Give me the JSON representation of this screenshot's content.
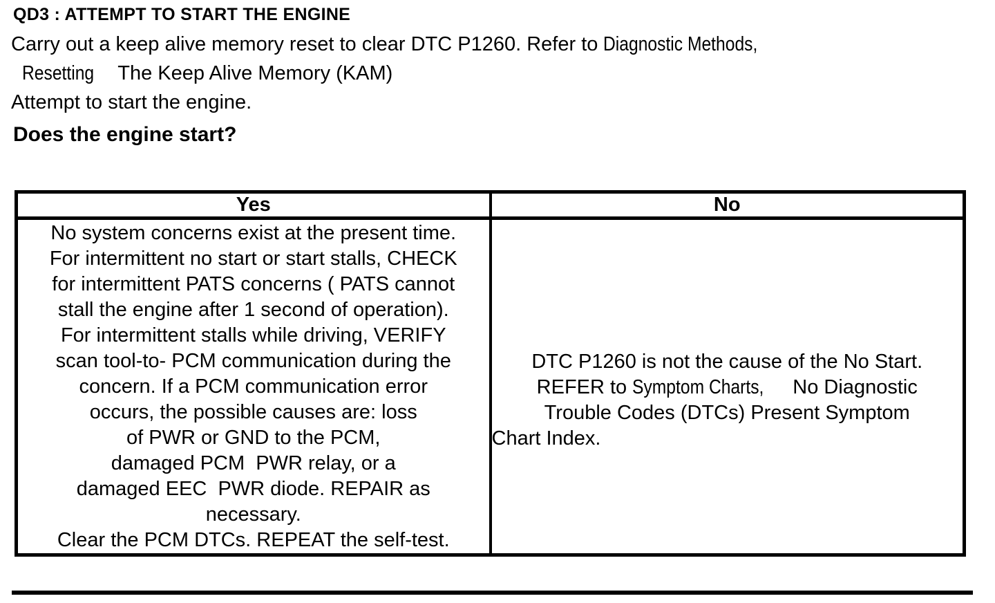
{
  "colors": {
    "text": "#000000",
    "background": "#ffffff",
    "table_border": "#000000"
  },
  "page": {
    "heading": "QD3 : ATTEMPT TO START THE ENGINE",
    "intro_lines": [
      [
        {
          "t": "Carry out a keep alive memory reset to clear DTC P1260. Refer to "
        },
        {
          "t": "Diagnostic Methods,",
          "s": "ref"
        }
      ],
      [
        {
          "t": "  "
        },
        {
          "t": "Resetting",
          "s": "ref"
        },
        {
          "t": "  The Keep Alive Memory (KAM)"
        }
      ],
      [
        {
          "t": "Attempt to start the engine."
        }
      ]
    ],
    "question": "Does the engine start?"
  },
  "decision_table": {
    "columns": [
      {
        "header": "Yes",
        "lines": [
          "No system concerns exist at the present time.",
          "For intermittent no start or start stalls, CHECK",
          "for intermittent PATS concerns ( PATS cannot",
          "stall the engine after 1 second of operation).",
          "For intermittent stalls while driving, VERIFY",
          "scan tool-to- PCM communication during the",
          "concern. If a PCM communication error",
          "occurs, the possible causes are: loss",
          "of PWR or GND to the PCM,",
          "damaged PCM  PWR relay, or a",
          "damaged EEC  PWR diode. REPAIR as",
          "necessary.",
          "Clear the PCM DTCs. REPEAT the self-test."
        ]
      },
      {
        "header": "No",
        "lines": [
          [
            {
              "t": "DTC P1260 is not the cause of the No Start."
            }
          ],
          [
            {
              "t": "REFER to "
            },
            {
              "t": "Symptom Charts,",
              "s": "ref"
            },
            {
              "t": " No Diagnostic"
            }
          ],
          [
            {
              "t": "Trouble Codes (DTCs) Present Symptom"
            }
          ],
          [
            {
              "t": "Chart Index."
            }
          ]
        ]
      }
    ]
  }
}
